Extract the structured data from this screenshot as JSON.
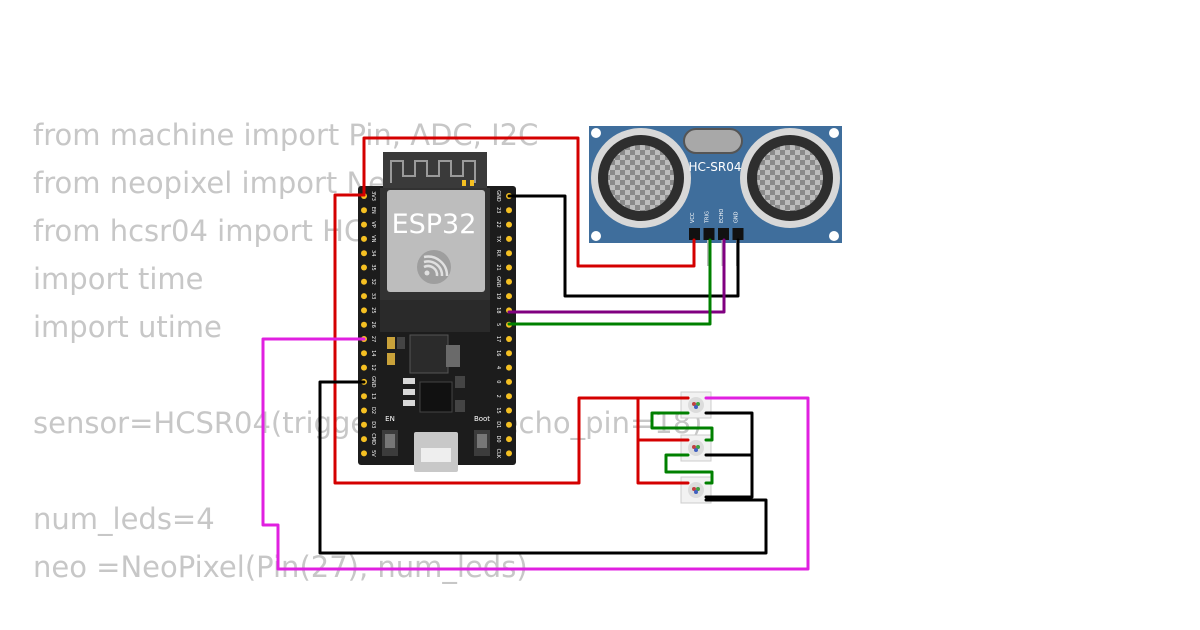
{
  "code": [
    "from machine import Pin, ADC, I2C",
    "from neopixel import NeoPixel",
    "from hcsr04 import HCSR04",
    "import time",
    "import utime",
    "",
    "sensor=HCSR04(trigger_pin=5, echo_pin=18)",
    "",
    "num_leds=4",
    "neo =NeoPixel(Pin(27), num_leds)"
  ],
  "esp32": {
    "label": "ESP32",
    "en_label": "EN",
    "boot_label": "Boot",
    "left_pins": [
      "3V3",
      "EN",
      "VP",
      "VN",
      "34",
      "35",
      "32",
      "33",
      "25",
      "26",
      "27",
      "14",
      "12",
      "GND",
      "13",
      "D2",
      "D3",
      "CMD",
      "5V"
    ],
    "right_pins": [
      "GND",
      "23",
      "22",
      "TX",
      "RX",
      "21",
      "GND",
      "19",
      "18",
      "5",
      "17",
      "16",
      "4",
      "0",
      "2",
      "15",
      "D1",
      "D0",
      "CLK"
    ]
  },
  "sensor": {
    "label": "HC-SR04",
    "pins": [
      "VCC",
      "TRIG",
      "ECHO",
      "GND"
    ]
  },
  "colors": {
    "board": "#1c1c1c",
    "sensor_board": "#3f6e9c",
    "wire_red": "#d40000",
    "wire_black": "#000000",
    "wire_purple": "#800080",
    "wire_green": "#008000",
    "wire_magenta": "#e020e0"
  }
}
